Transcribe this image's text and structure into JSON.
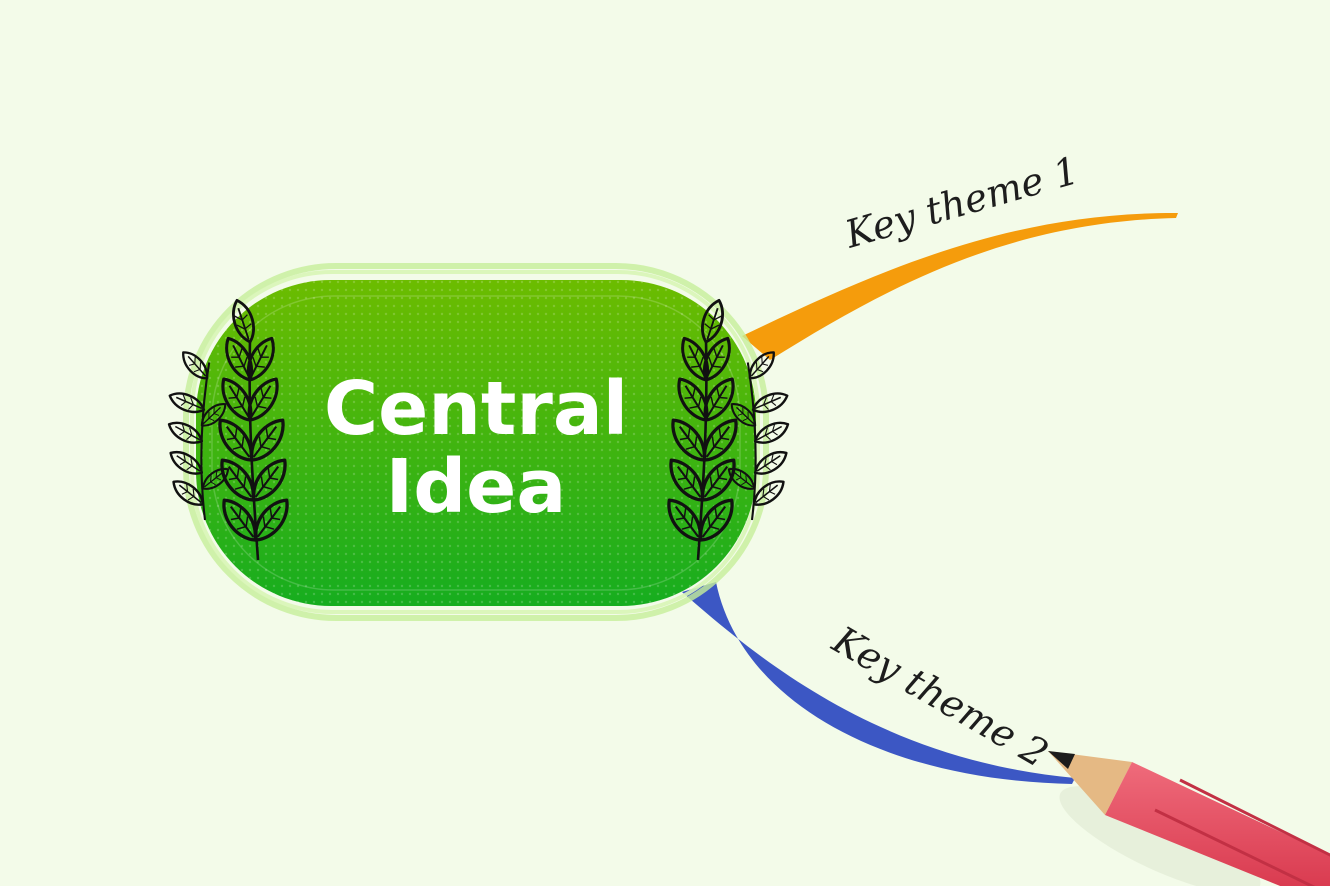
{
  "central_topic": {
    "line1": "Central",
    "line2": "Idea"
  },
  "branches": [
    {
      "label": "Key theme 1",
      "color": "#f59c0c"
    },
    {
      "label": "Key theme 2",
      "color": "#3c57c4"
    }
  ],
  "colors": {
    "background": "#f3fbe9",
    "node_top": "#6cbc00",
    "node_bottom": "#16ad1f",
    "node_halo": "#c6ef9a",
    "pencil_body": "#e64b5e",
    "pencil_wood": "#e5b984"
  },
  "icons": [
    "leaf-branch-left-icon",
    "leaf-branch-right-icon",
    "pencil-icon"
  ]
}
